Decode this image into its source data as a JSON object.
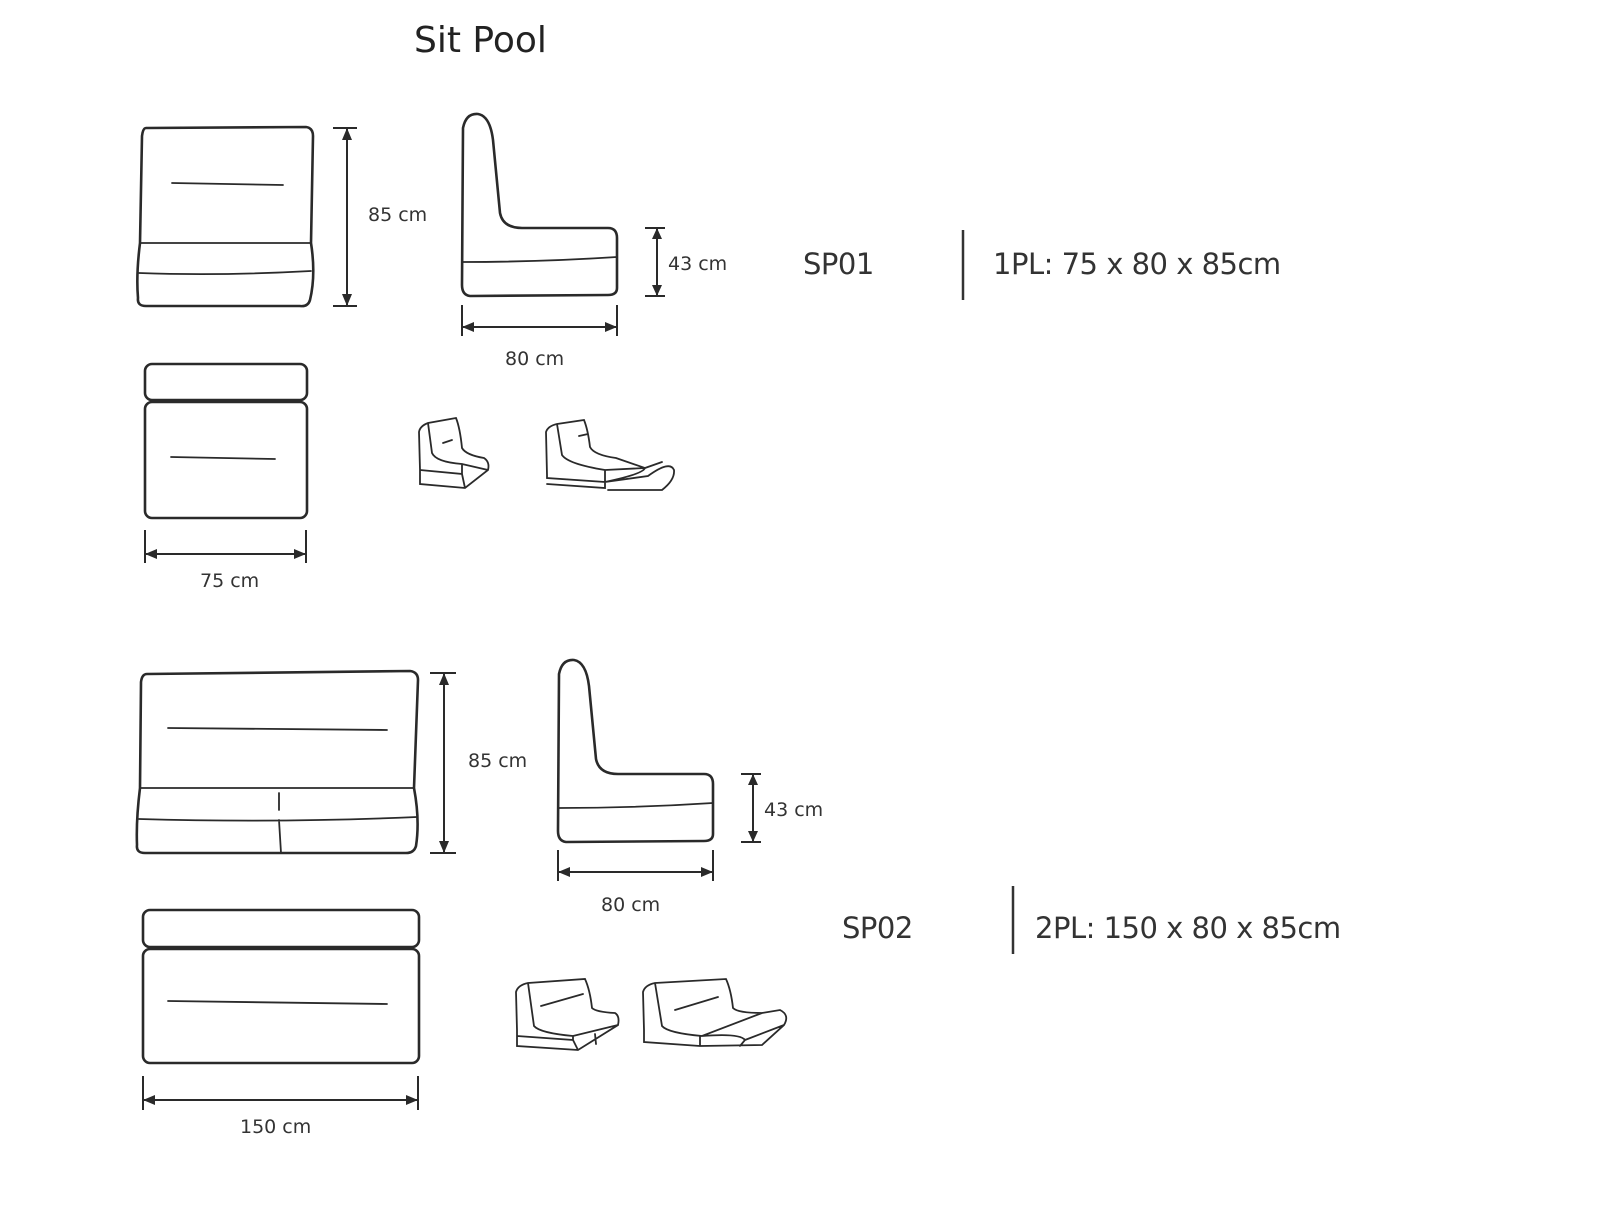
{
  "title": "Sit Pool",
  "models": [
    {
      "code": "SP01",
      "spec": "1PL: 75 x 80 x 85cm",
      "height_label": "85 cm",
      "seat_height_label": "43 cm",
      "depth_label": "80 cm",
      "width_label": "75 cm"
    },
    {
      "code": "SP02",
      "spec": "2PL: 150 x 80 x 85cm",
      "height_label": "85 cm",
      "seat_height_label": "43 cm",
      "depth_label": "80 cm",
      "width_label": "150 cm"
    }
  ]
}
